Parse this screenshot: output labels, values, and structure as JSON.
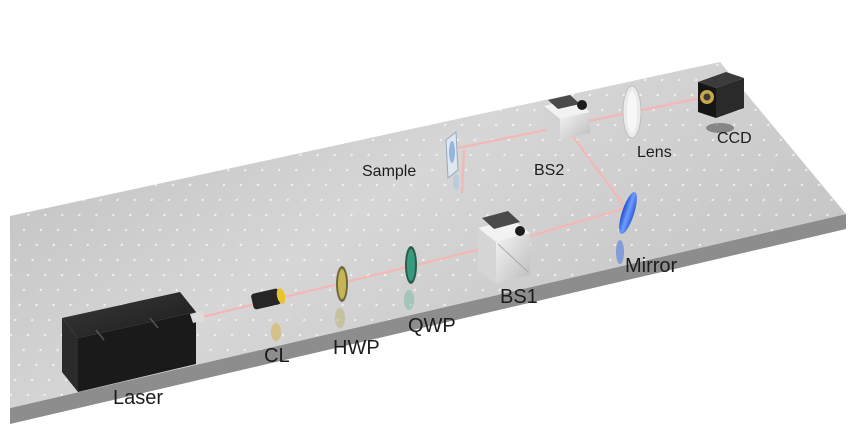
{
  "labels": {
    "laser": "Laser",
    "cl": "CL",
    "hwp": "HWP",
    "qwp": "QWP",
    "bs1": "BS1",
    "bs2": "BS2",
    "sample": "Sample",
    "lens": "Lens",
    "ccd": "CCD",
    "mirror": "Mirror"
  },
  "colors": {
    "table_top": "#c9c9c9",
    "table_edge": "#8d8d8d",
    "beam": "#f4b8b4",
    "mirror": "#3a6fe0",
    "hwp_tint": "#d4c35a",
    "qwp_tint": "#3aa58a",
    "lens_collar": "#e9c42a"
  }
}
